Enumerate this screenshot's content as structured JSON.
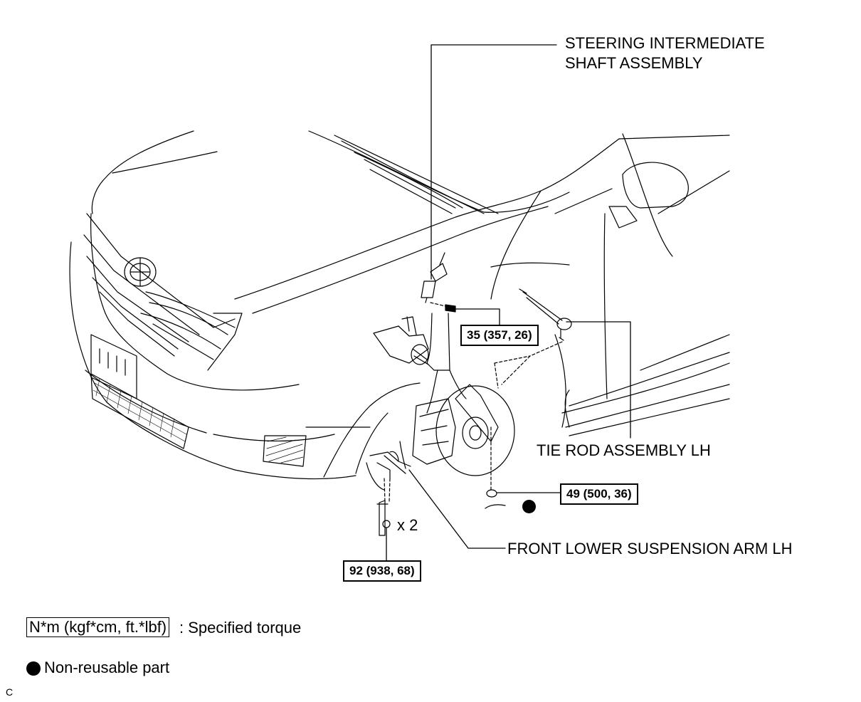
{
  "callouts": {
    "steering_shaft_line1": "STEERING INTERMEDIATE",
    "steering_shaft_line2": "SHAFT ASSEMBLY",
    "tie_rod": "TIE ROD ASSEMBLY LH",
    "lower_arm": "FRONT LOWER SUSPENSION ARM LH"
  },
  "torques": {
    "shaft_bolt": "35 (357, 26)",
    "tie_rod_nut": "49 (500, 36)",
    "arm_bolts": "92 (938, 68)"
  },
  "quantity": "x 2",
  "legend": {
    "torque_box": "N*m (kgf*cm, ft.*lbf)",
    "torque_desc": ": Specified torque",
    "non_reusable": "Non-reusable part"
  },
  "corner_mark": "C"
}
